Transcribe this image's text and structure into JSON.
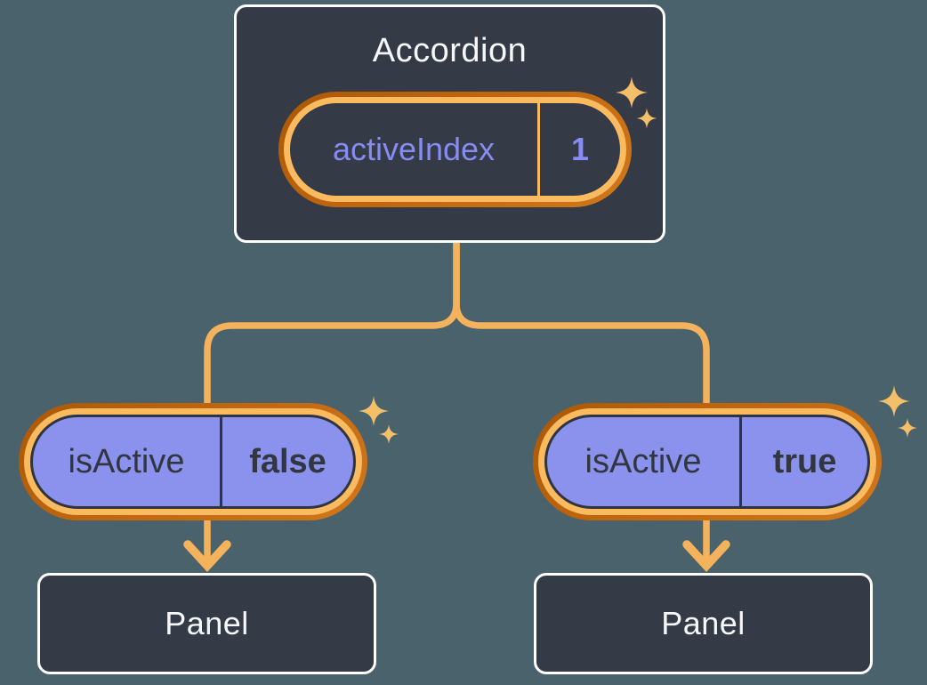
{
  "root_card": {
    "title": "Accordion",
    "state": {
      "name": "activeIndex",
      "value": "1"
    }
  },
  "left_branch": {
    "prop": {
      "name": "isActive",
      "value": "false"
    },
    "panel_label": "Panel"
  },
  "right_branch": {
    "prop": {
      "name": "isActive",
      "value": "true"
    },
    "panel_label": "Panel"
  },
  "icons": {
    "sparkle": "four-point-sparkle",
    "arrow": "down-arrow"
  },
  "colors": {
    "background": "#4A626C",
    "card_bg": "#343A46",
    "card_border": "#FFFFFF",
    "ring_outer_dark": "#C1660E",
    "ring_inner_light": "#F9BA60",
    "pill_purple": "#8A92EE",
    "pill_dark_stroke": "#2F343E",
    "connector": "#F5B25C",
    "sparkle": "#F4BF68",
    "text_light": "#F6F7F9",
    "text_dark": "#31363F",
    "text_purple": "#868CF1"
  }
}
